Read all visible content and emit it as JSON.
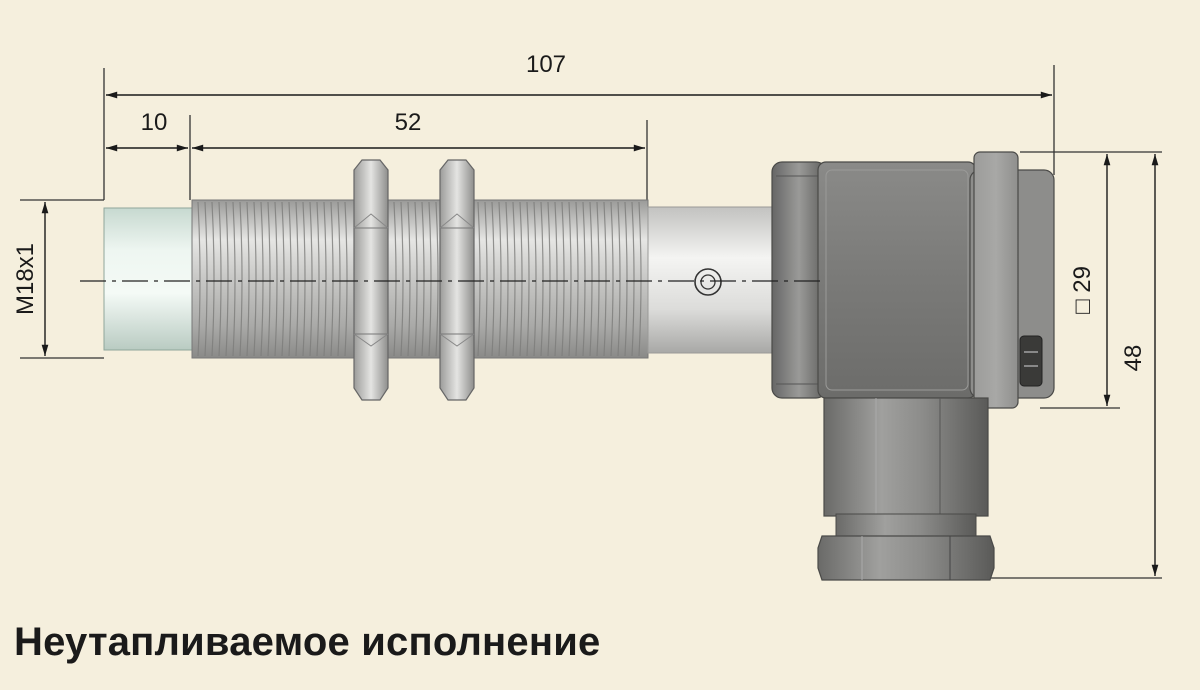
{
  "caption": "Неутапливаемое исполнение",
  "dimensions": {
    "overall_length": "107",
    "face_length": "10",
    "thread_length": "52",
    "thread": "M18x1",
    "connector_square": "□ 29",
    "connector_height": "48"
  }
}
